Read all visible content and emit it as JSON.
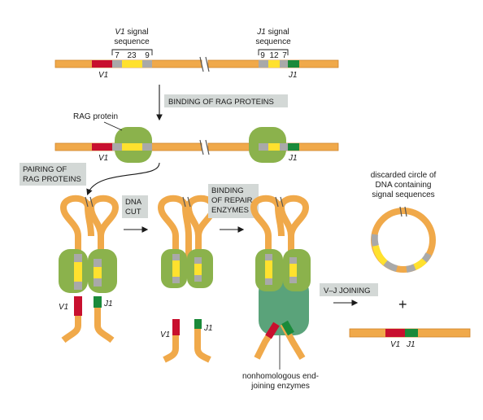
{
  "colors": {
    "dna": "#f0a94a",
    "dna_edge": "#d0852a",
    "v_segment": "#c8102e",
    "j_segment": "#1a8a3a",
    "signal_gray": "#a9a9a9",
    "signal_yellow": "#ffe12e",
    "rag_protein": "#8bb24c",
    "repair_enzyme": "#5aa37a",
    "step_box": "#d3d8d6"
  },
  "top_labels": {
    "v1_signal_line1": "V1 signal",
    "v1_signal_line2": "sequence",
    "j1_signal_line1": "J1 signal",
    "j1_signal_line2": "sequence",
    "v_spacer": [
      "7",
      "23",
      "9"
    ],
    "j_spacer": [
      "9",
      "12",
      "7"
    ]
  },
  "segment_labels": {
    "v1": "V1",
    "j1": "J1"
  },
  "steps": {
    "binding_rag": "BINDING OF RAG PROTEINS",
    "pairing_line1": "PAIRING OF",
    "pairing_line2": "RAG PROTEINS",
    "dna_cut_line1": "DNA",
    "dna_cut_line2": "CUT",
    "binding_repair_line1": "BINDING",
    "binding_repair_line2": "OF REPAIR",
    "binding_repair_line3": "ENZYMES",
    "vj_joining": "V–J JOINING"
  },
  "annotations": {
    "rag_protein": "RAG protein",
    "circle_line1": "discarded circle of",
    "circle_line2": "DNA containing",
    "circle_line3": "signal sequences",
    "enzymes_line1": "nonhomologous end-",
    "enzymes_line2": "joining enzymes",
    "plus": "+"
  }
}
